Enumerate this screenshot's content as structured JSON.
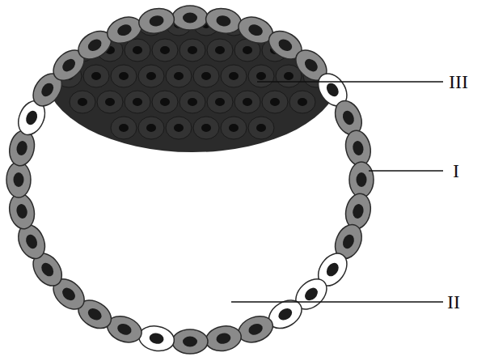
{
  "diagram": {
    "labels": [
      "III",
      "I",
      "II"
    ]
  }
}
